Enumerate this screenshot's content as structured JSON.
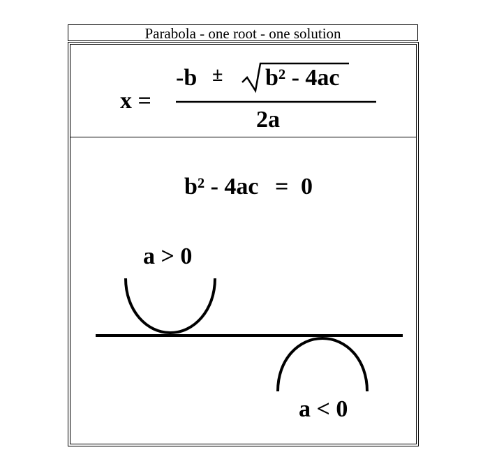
{
  "title": "Parabola - one root - one solution",
  "formula": {
    "lhs": "x =",
    "numerator_prefix": "-b",
    "plus_minus": "±",
    "radicand": "b² - 4ac",
    "denominator": "2a"
  },
  "discriminant": {
    "expression": "b² - 4ac",
    "equals": "=",
    "value": "0"
  },
  "cases": {
    "upward_label": "a > 0",
    "downward_label": "a < 0"
  }
}
